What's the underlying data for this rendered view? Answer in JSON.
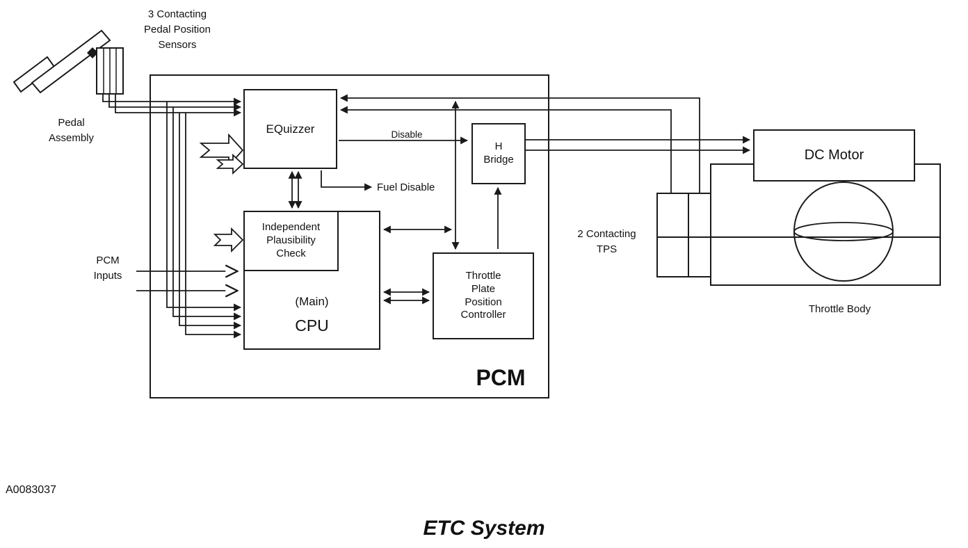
{
  "diagram": {
    "figure_code": "A0083037",
    "title": "ETC System",
    "blocks": {
      "equizzer": "EQuizzer",
      "ipc": [
        "Independent",
        "Plausibility",
        "Check"
      ],
      "cpu_main": "(Main)",
      "cpu": "CPU",
      "tppc": [
        "Throttle",
        "Plate",
        "Position",
        "Controller"
      ],
      "h_bridge": [
        "H",
        "Bridge"
      ],
      "dc_motor": "DC Motor",
      "pcm": "PCM"
    },
    "labels": {
      "pedal_sensors": [
        "3 Contacting",
        "Pedal Position",
        "Sensors"
      ],
      "pedal_assembly": [
        "Pedal",
        "Assembly"
      ],
      "pcm_inputs": [
        "PCM",
        "Inputs"
      ],
      "disable": "Disable",
      "fuel_disable": "Fuel Disable",
      "tps": [
        "2 Contacting",
        "TPS"
      ],
      "throttle_body": "Throttle Body"
    },
    "colors": {
      "line": "#1a1a1a",
      "background": "#ffffff"
    }
  }
}
